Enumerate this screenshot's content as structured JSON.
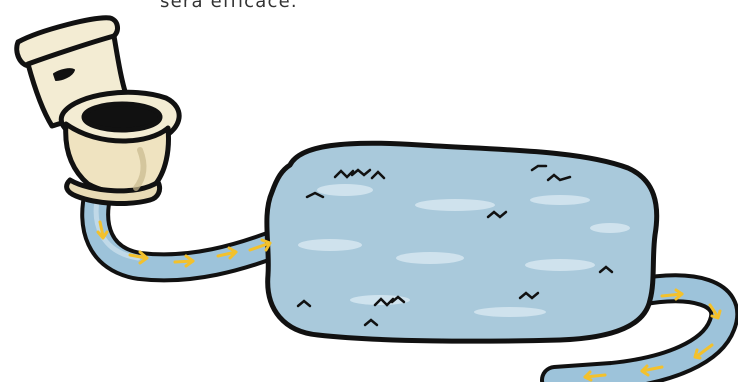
{
  "caption": {
    "text": "sera efficace."
  },
  "colors": {
    "water": "#a9c9db",
    "water_dark": "#8fb5cc",
    "porcelain": "#f3ecd3",
    "outline": "#111111",
    "flow_arrows": "#f3c12c"
  },
  "illustration": {
    "objects": [
      "toilet",
      "drain-pipe",
      "septic-tank",
      "outlet-pipe",
      "flow-arrows",
      "water-ripples"
    ]
  }
}
